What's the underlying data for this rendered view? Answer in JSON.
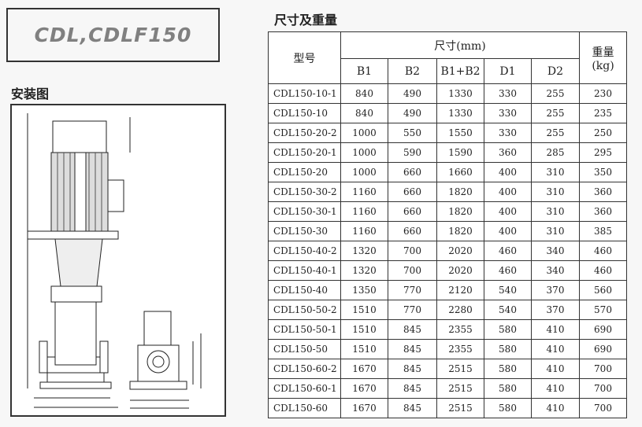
{
  "logo": "CDL,CDLF150",
  "install_title": "安装图",
  "table_title": "尺寸及重量",
  "table": {
    "model_header": "型号",
    "dim_header": "尺寸(mm)",
    "weight_header": "重量",
    "weight_unit": "(kg)",
    "columns": [
      "B1",
      "B2",
      "B1+B2",
      "D1",
      "D2"
    ],
    "rows": [
      [
        "CDL150-10-1",
        "840",
        "490",
        "1330",
        "330",
        "255",
        "230"
      ],
      [
        "CDL150-10",
        "840",
        "490",
        "1330",
        "330",
        "255",
        "235"
      ],
      [
        "CDL150-20-2",
        "1000",
        "550",
        "1550",
        "330",
        "255",
        "250"
      ],
      [
        "CDL150-20-1",
        "1000",
        "590",
        "1590",
        "360",
        "285",
        "295"
      ],
      [
        "CDL150-20",
        "1000",
        "660",
        "1660",
        "400",
        "310",
        "350"
      ],
      [
        "CDL150-30-2",
        "1160",
        "660",
        "1820",
        "400",
        "310",
        "360"
      ],
      [
        "CDL150-30-1",
        "1160",
        "660",
        "1820",
        "400",
        "310",
        "360"
      ],
      [
        "CDL150-30",
        "1160",
        "660",
        "1820",
        "400",
        "310",
        "385"
      ],
      [
        "CDL150-40-2",
        "1320",
        "700",
        "2020",
        "460",
        "340",
        "460"
      ],
      [
        "CDL150-40-1",
        "1320",
        "700",
        "2020",
        "460",
        "340",
        "460"
      ],
      [
        "CDL150-40",
        "1350",
        "770",
        "2120",
        "540",
        "370",
        "560"
      ],
      [
        "CDL150-50-2",
        "1510",
        "770",
        "2280",
        "540",
        "370",
        "570"
      ],
      [
        "CDL150-50-1",
        "1510",
        "845",
        "2355",
        "580",
        "410",
        "690"
      ],
      [
        "CDL150-50",
        "1510",
        "845",
        "2355",
        "580",
        "410",
        "690"
      ],
      [
        "CDL150-60-2",
        "1670",
        "845",
        "2515",
        "580",
        "410",
        "700"
      ],
      [
        "CDL150-60-1",
        "1670",
        "845",
        "2515",
        "580",
        "410",
        "700"
      ],
      [
        "CDL150-60",
        "1670",
        "845",
        "2515",
        "580",
        "410",
        "700"
      ]
    ]
  }
}
